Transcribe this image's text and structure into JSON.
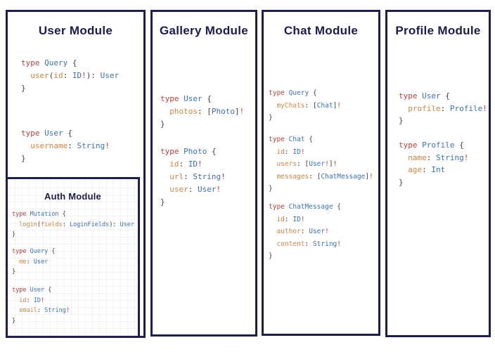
{
  "colors": {
    "border": "#1e1e55",
    "title": "#1b1b4f",
    "keyword": "#b2433c",
    "type": "#3a70b5",
    "field": "#d08440",
    "punct": "#3f3f3f",
    "bang": "#cc372a"
  },
  "panels": {
    "user": {
      "title": "User Module",
      "blocks": [
        [
          [
            [
              "k",
              "type"
            ],
            [
              "p",
              " "
            ],
            [
              "t",
              "Query"
            ],
            [
              "p",
              " {"
            ]
          ],
          [
            [
              "p",
              "  "
            ],
            [
              "f",
              "user"
            ],
            [
              "p",
              "("
            ],
            [
              "f",
              "id"
            ],
            [
              "p",
              ": "
            ],
            [
              "t",
              "ID"
            ],
            [
              "b",
              "!"
            ],
            [
              "p",
              "): "
            ],
            [
              "t",
              "User"
            ]
          ],
          [
            [
              "p",
              "}"
            ]
          ]
        ],
        [
          [
            [
              "k",
              "type"
            ],
            [
              "p",
              " "
            ],
            [
              "t",
              "User"
            ],
            [
              "p",
              " {"
            ]
          ],
          [
            [
              "p",
              "  "
            ],
            [
              "f",
              "username"
            ],
            [
              "p",
              ": "
            ],
            [
              "t",
              "String"
            ],
            [
              "b",
              "!"
            ]
          ],
          [
            [
              "p",
              "}"
            ]
          ]
        ]
      ]
    },
    "auth": {
      "title": "Auth Module",
      "blocks": [
        [
          [
            [
              "k",
              "type"
            ],
            [
              "p",
              " "
            ],
            [
              "t",
              "Mutation"
            ],
            [
              "p",
              " {"
            ]
          ],
          [
            [
              "p",
              "  "
            ],
            [
              "f",
              "login"
            ],
            [
              "p",
              "("
            ],
            [
              "f",
              "fields"
            ],
            [
              "p",
              ": "
            ],
            [
              "t",
              "LoginFields"
            ],
            [
              "p",
              "): "
            ],
            [
              "t",
              "User"
            ]
          ],
          [
            [
              "p",
              "}"
            ]
          ]
        ],
        [
          [
            [
              "k",
              "type"
            ],
            [
              "p",
              " "
            ],
            [
              "t",
              "Query"
            ],
            [
              "p",
              " {"
            ]
          ],
          [
            [
              "p",
              "  "
            ],
            [
              "f",
              "me"
            ],
            [
              "p",
              ": "
            ],
            [
              "t",
              "User"
            ]
          ],
          [
            [
              "p",
              "}"
            ]
          ]
        ],
        [
          [
            [
              "k",
              "type"
            ],
            [
              "p",
              " "
            ],
            [
              "t",
              "User"
            ],
            [
              "p",
              " {"
            ]
          ],
          [
            [
              "p",
              "  "
            ],
            [
              "f",
              "id"
            ],
            [
              "p",
              ": "
            ],
            [
              "t",
              "ID"
            ],
            [
              "b",
              "!"
            ]
          ],
          [
            [
              "p",
              "  "
            ],
            [
              "f",
              "email"
            ],
            [
              "p",
              ": "
            ],
            [
              "t",
              "String"
            ],
            [
              "b",
              "!"
            ]
          ],
          [
            [
              "p",
              "}"
            ]
          ]
        ]
      ]
    },
    "gallery": {
      "title": "Gallery Module",
      "blocks": [
        [
          [
            [
              "k",
              "type"
            ],
            [
              "p",
              " "
            ],
            [
              "t",
              "User"
            ],
            [
              "p",
              " {"
            ]
          ],
          [
            [
              "p",
              "  "
            ],
            [
              "f",
              "photos"
            ],
            [
              "p",
              ": ["
            ],
            [
              "t",
              "Photo"
            ],
            [
              "p",
              "]"
            ],
            [
              "b",
              "!"
            ]
          ],
          [
            [
              "p",
              "}"
            ]
          ]
        ],
        [
          [
            [
              "k",
              "type"
            ],
            [
              "p",
              " "
            ],
            [
              "t",
              "Photo"
            ],
            [
              "p",
              " {"
            ]
          ],
          [
            [
              "p",
              "  "
            ],
            [
              "f",
              "id"
            ],
            [
              "p",
              ": "
            ],
            [
              "t",
              "ID"
            ],
            [
              "b",
              "!"
            ]
          ],
          [
            [
              "p",
              "  "
            ],
            [
              "f",
              "url"
            ],
            [
              "p",
              ": "
            ],
            [
              "t",
              "String"
            ],
            [
              "b",
              "!"
            ]
          ],
          [
            [
              "p",
              "  "
            ],
            [
              "f",
              "user"
            ],
            [
              "p",
              ": "
            ],
            [
              "t",
              "User"
            ],
            [
              "b",
              "!"
            ]
          ],
          [
            [
              "p",
              "}"
            ]
          ]
        ]
      ]
    },
    "chat": {
      "title": "Chat Module",
      "blocks": [
        [
          [
            [
              "k",
              "type"
            ],
            [
              "p",
              " "
            ],
            [
              "t",
              "Query"
            ],
            [
              "p",
              " {"
            ]
          ],
          [
            [
              "p",
              "  "
            ],
            [
              "f",
              "myChats"
            ],
            [
              "p",
              ": ["
            ],
            [
              "t",
              "Chat"
            ],
            [
              "p",
              "]"
            ],
            [
              "b",
              "!"
            ]
          ],
          [
            [
              "p",
              "}"
            ]
          ]
        ],
        [
          [
            [
              "k",
              "type"
            ],
            [
              "p",
              " "
            ],
            [
              "t",
              "Chat"
            ],
            [
              "p",
              " {"
            ]
          ],
          [
            [
              "p",
              "  "
            ],
            [
              "f",
              "id"
            ],
            [
              "p",
              ": "
            ],
            [
              "t",
              "ID"
            ],
            [
              "b",
              "!"
            ]
          ],
          [
            [
              "p",
              "  "
            ],
            [
              "f",
              "users"
            ],
            [
              "p",
              ": ["
            ],
            [
              "t",
              "User"
            ],
            [
              "b",
              "!"
            ],
            [
              "p",
              "]"
            ],
            [
              "b",
              "!"
            ]
          ],
          [
            [
              "p",
              "  "
            ],
            [
              "f",
              "messages"
            ],
            [
              "p",
              ": ["
            ],
            [
              "t",
              "ChatMessage"
            ],
            [
              "p",
              "]"
            ],
            [
              "b",
              "!"
            ]
          ],
          [
            [
              "p",
              "}"
            ]
          ]
        ],
        [
          [
            [
              "k",
              "type"
            ],
            [
              "p",
              " "
            ],
            [
              "t",
              "ChatMessage"
            ],
            [
              "p",
              " {"
            ]
          ],
          [
            [
              "p",
              "  "
            ],
            [
              "f",
              "id"
            ],
            [
              "p",
              ": "
            ],
            [
              "t",
              "ID"
            ],
            [
              "b",
              "!"
            ]
          ],
          [
            [
              "p",
              "  "
            ],
            [
              "f",
              "author"
            ],
            [
              "p",
              ": "
            ],
            [
              "t",
              "User"
            ],
            [
              "b",
              "!"
            ]
          ],
          [
            [
              "p",
              "  "
            ],
            [
              "f",
              "content"
            ],
            [
              "p",
              ": "
            ],
            [
              "t",
              "String"
            ],
            [
              "b",
              "!"
            ]
          ],
          [
            [
              "p",
              "}"
            ]
          ]
        ]
      ]
    },
    "profile": {
      "title": "Profile Module",
      "blocks": [
        [
          [
            [
              "k",
              "type"
            ],
            [
              "p",
              " "
            ],
            [
              "t",
              "User"
            ],
            [
              "p",
              " {"
            ]
          ],
          [
            [
              "p",
              "  "
            ],
            [
              "f",
              "profile"
            ],
            [
              "p",
              ": "
            ],
            [
              "t",
              "Profile"
            ],
            [
              "b",
              "!"
            ]
          ],
          [
            [
              "p",
              "}"
            ]
          ]
        ],
        [
          [
            [
              "k",
              "type"
            ],
            [
              "p",
              " "
            ],
            [
              "t",
              "Profile"
            ],
            [
              "p",
              " {"
            ]
          ],
          [
            [
              "p",
              "  "
            ],
            [
              "f",
              "name"
            ],
            [
              "p",
              ": "
            ],
            [
              "t",
              "String"
            ],
            [
              "b",
              "!"
            ]
          ],
          [
            [
              "p",
              "  "
            ],
            [
              "f",
              "age"
            ],
            [
              "p",
              ": "
            ],
            [
              "t",
              "Int"
            ]
          ],
          [
            [
              "p",
              "}"
            ]
          ]
        ]
      ]
    }
  }
}
